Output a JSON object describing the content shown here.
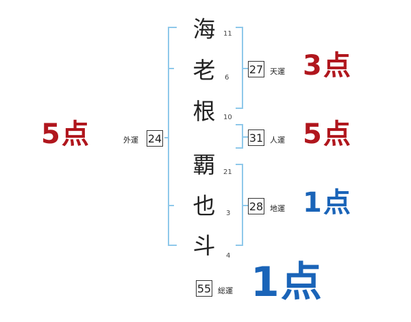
{
  "name": {
    "chars": [
      {
        "char": "海",
        "strokes": "11"
      },
      {
        "char": "老",
        "strokes": "6"
      },
      {
        "char": "根",
        "strokes": "10"
      },
      {
        "char": "覇",
        "strokes": "21"
      },
      {
        "char": "也",
        "strokes": "3"
      },
      {
        "char": "斗",
        "strokes": "4"
      }
    ]
  },
  "fortunes": {
    "gaiun": {
      "label": "外運",
      "value": "24",
      "score": "5点",
      "color": "#b0161d"
    },
    "tenun": {
      "label": "天運",
      "value": "27",
      "score": "3点",
      "color": "#b0161d"
    },
    "jinun": {
      "label": "人運",
      "value": "31",
      "score": "5点",
      "color": "#b0161d"
    },
    "chiun": {
      "label": "地運",
      "value": "28",
      "score": "1点",
      "color": "#1a64b8"
    },
    "souun": {
      "label": "総運",
      "value": "55",
      "score": "1点",
      "color": "#1a64b8"
    }
  },
  "colors": {
    "bracket": "#8ec8ea",
    "good": "#b0161d",
    "bad": "#1a64b8"
  }
}
